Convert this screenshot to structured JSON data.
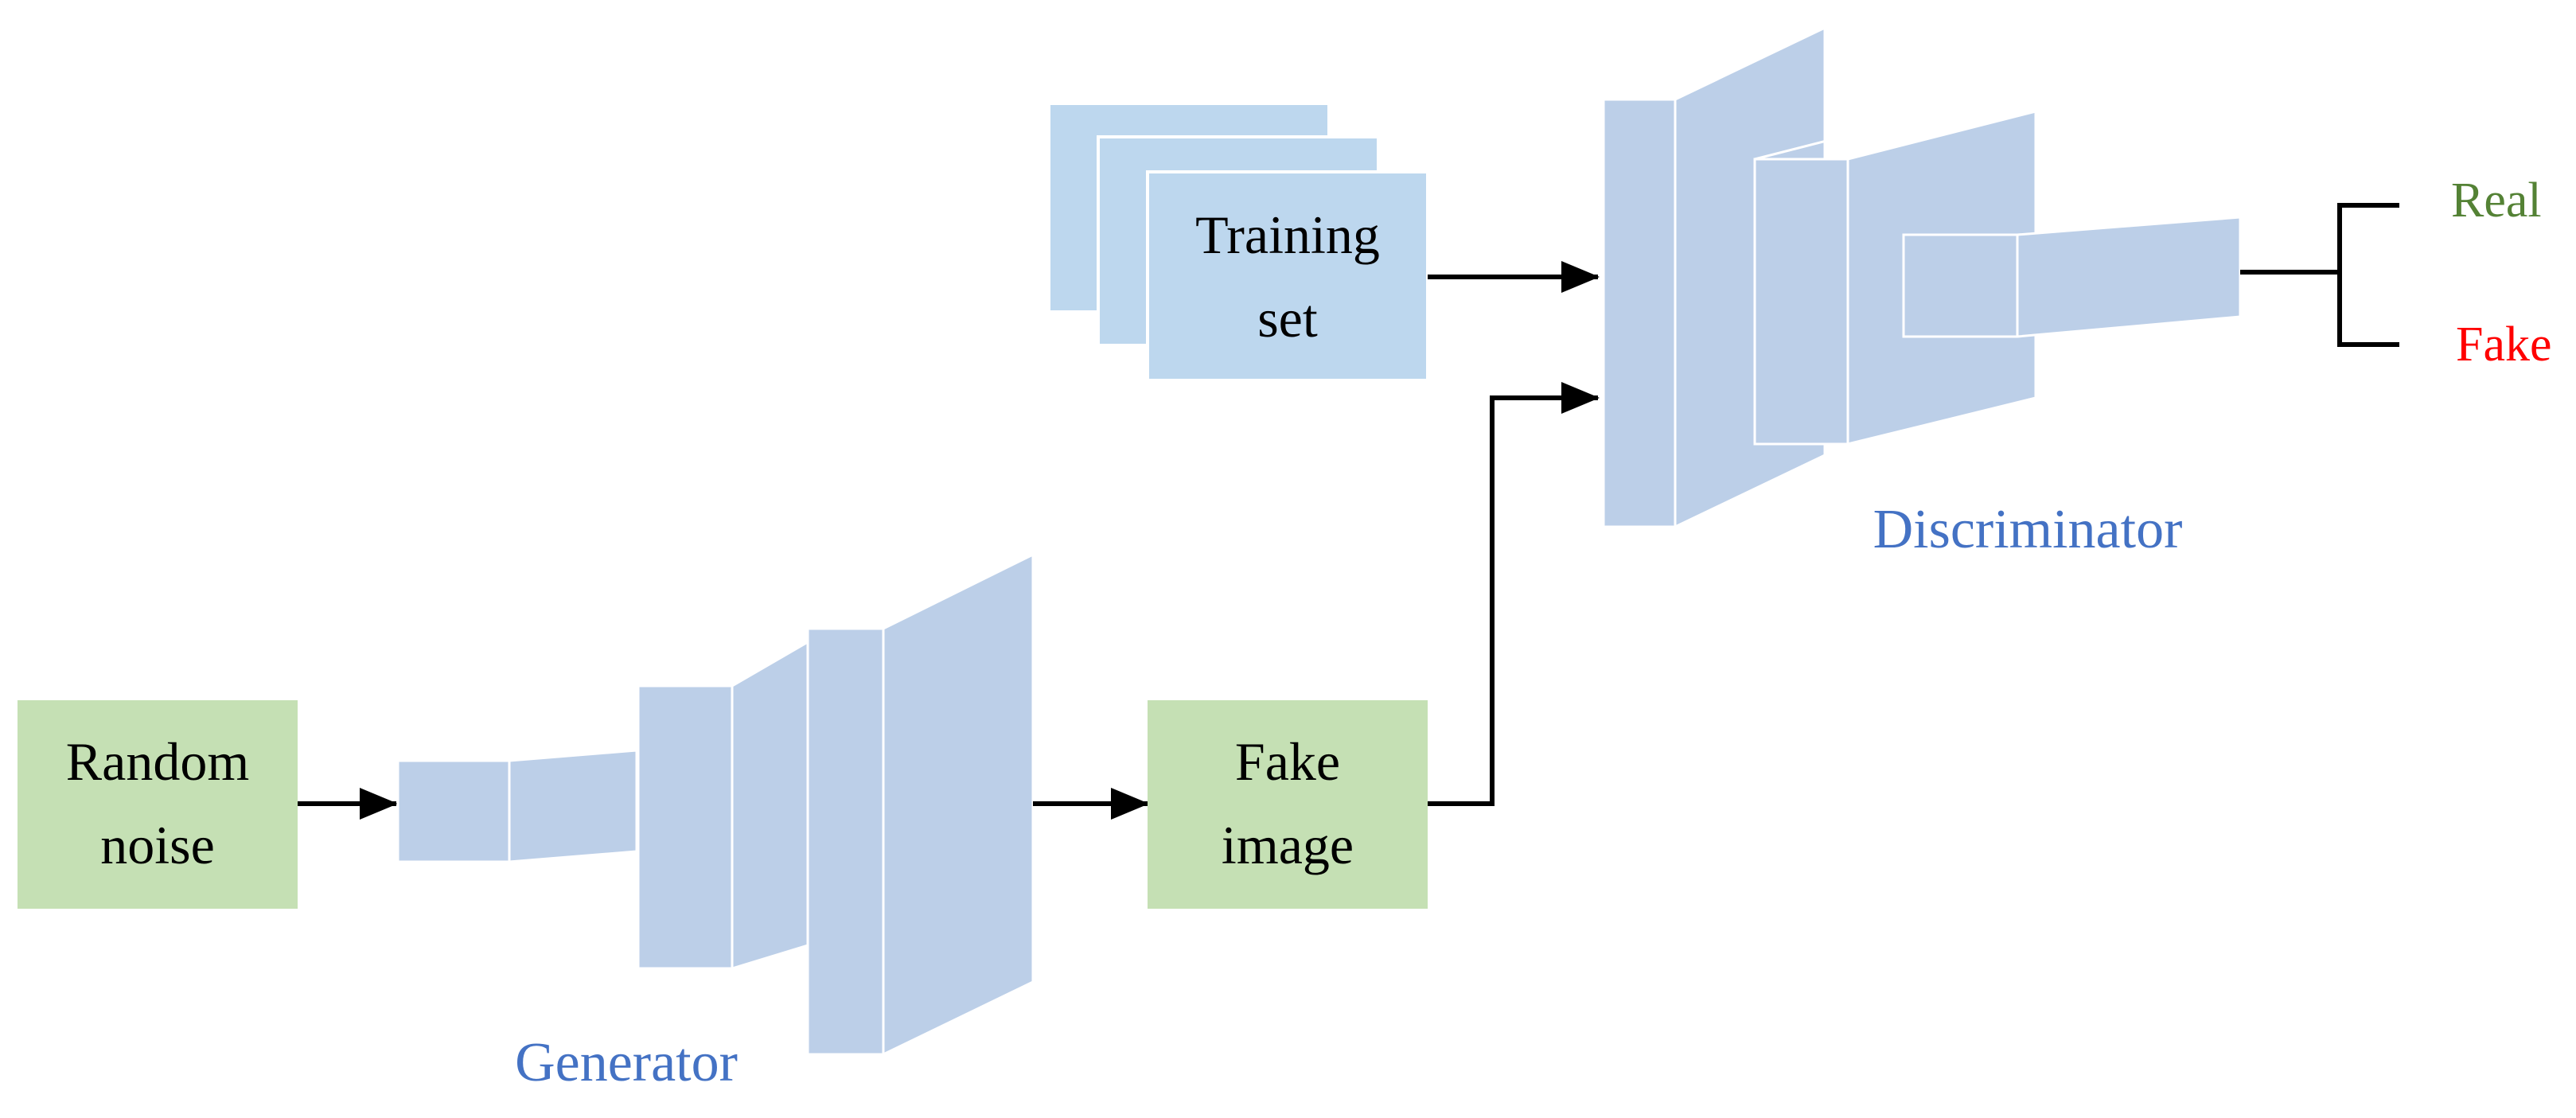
{
  "nodes": {
    "random_noise": {
      "line1": "Random",
      "line2": "noise"
    },
    "fake_image": {
      "line1": "Fake",
      "line2": "image"
    },
    "training_set": {
      "line1": "Training",
      "line2": "set"
    }
  },
  "labels": {
    "generator": "Generator",
    "discriminator": "Discriminator"
  },
  "outputs": {
    "real": "Real",
    "fake": "Fake"
  },
  "colors": {
    "green_box": "#c5e0b4",
    "blue_box": "#bdd7ee",
    "layer_front": "#bccfe8",
    "layer_side": "#c7d6ec",
    "layer_edge": "#ffffff",
    "label_blue": "#4472c4",
    "real_green": "#548235",
    "fake_red": "#ff0000",
    "arrow": "#000000"
  }
}
